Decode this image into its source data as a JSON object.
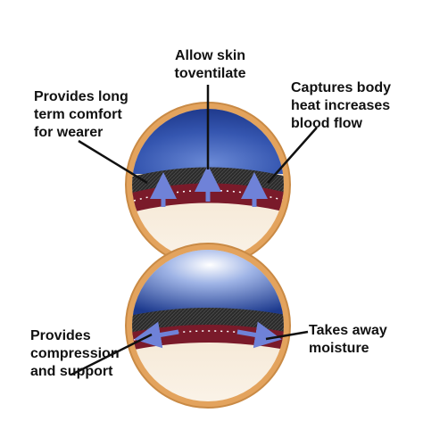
{
  "labels": {
    "ventilate": [
      "Allow skin",
      "toventilate"
    ],
    "comfort": [
      "Provides long",
      "term comfort",
      "for wearer"
    ],
    "heat": [
      "Captures body",
      "heat increases",
      "blood flow"
    ],
    "compression": [
      "Provides",
      "compression",
      "and support"
    ],
    "moisture": [
      "Takes away",
      "moisture"
    ]
  },
  "colors": {
    "ring": "#e3a35d",
    "ring_edge": "#c98a45",
    "sky_dark": "#1f3f96",
    "sky_light": "#5d7fd0",
    "fabric": "#2b2b2b",
    "inner_band": "#7a1a2a",
    "skin": "#f3e6d0",
    "arrow": "#6f82d8",
    "leader": "#111111"
  }
}
